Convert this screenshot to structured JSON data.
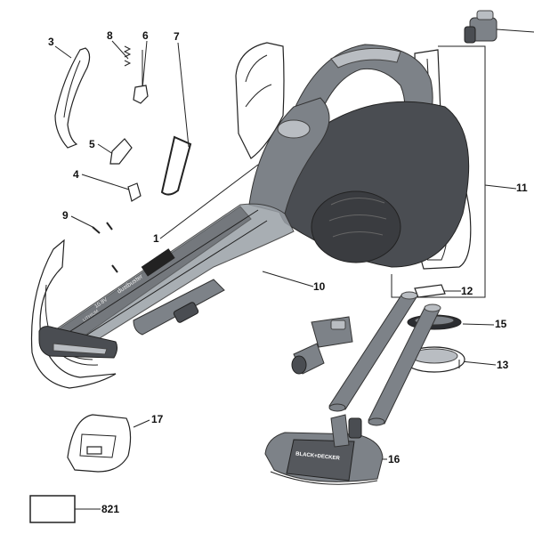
{
  "parts": [
    {
      "id": "p1",
      "label": "1"
    },
    {
      "id": "p3",
      "label": "3"
    },
    {
      "id": "p4",
      "label": "4"
    },
    {
      "id": "p5",
      "label": "5"
    },
    {
      "id": "p6",
      "label": "6"
    },
    {
      "id": "p7",
      "label": "7"
    },
    {
      "id": "p8",
      "label": "8"
    },
    {
      "id": "p9",
      "label": "9"
    },
    {
      "id": "p10",
      "label": "10"
    },
    {
      "id": "p11",
      "label": "11"
    },
    {
      "id": "p12",
      "label": "12"
    },
    {
      "id": "p13",
      "label": "13"
    },
    {
      "id": "p15",
      "label": "15"
    },
    {
      "id": "p16",
      "label": "16"
    },
    {
      "id": "p17",
      "label": "17"
    },
    {
      "id": "p821",
      "label": "821"
    }
  ],
  "product_text": {
    "brand": "BLACK+DECKER",
    "model": "dustbuster",
    "voltage": "10.8V",
    "tagline": "LITHIUM"
  },
  "colors": {
    "body_dark": "#4a4d52",
    "body_mid": "#7d8288",
    "body_light": "#b9bdc2",
    "line": "#222222"
  }
}
